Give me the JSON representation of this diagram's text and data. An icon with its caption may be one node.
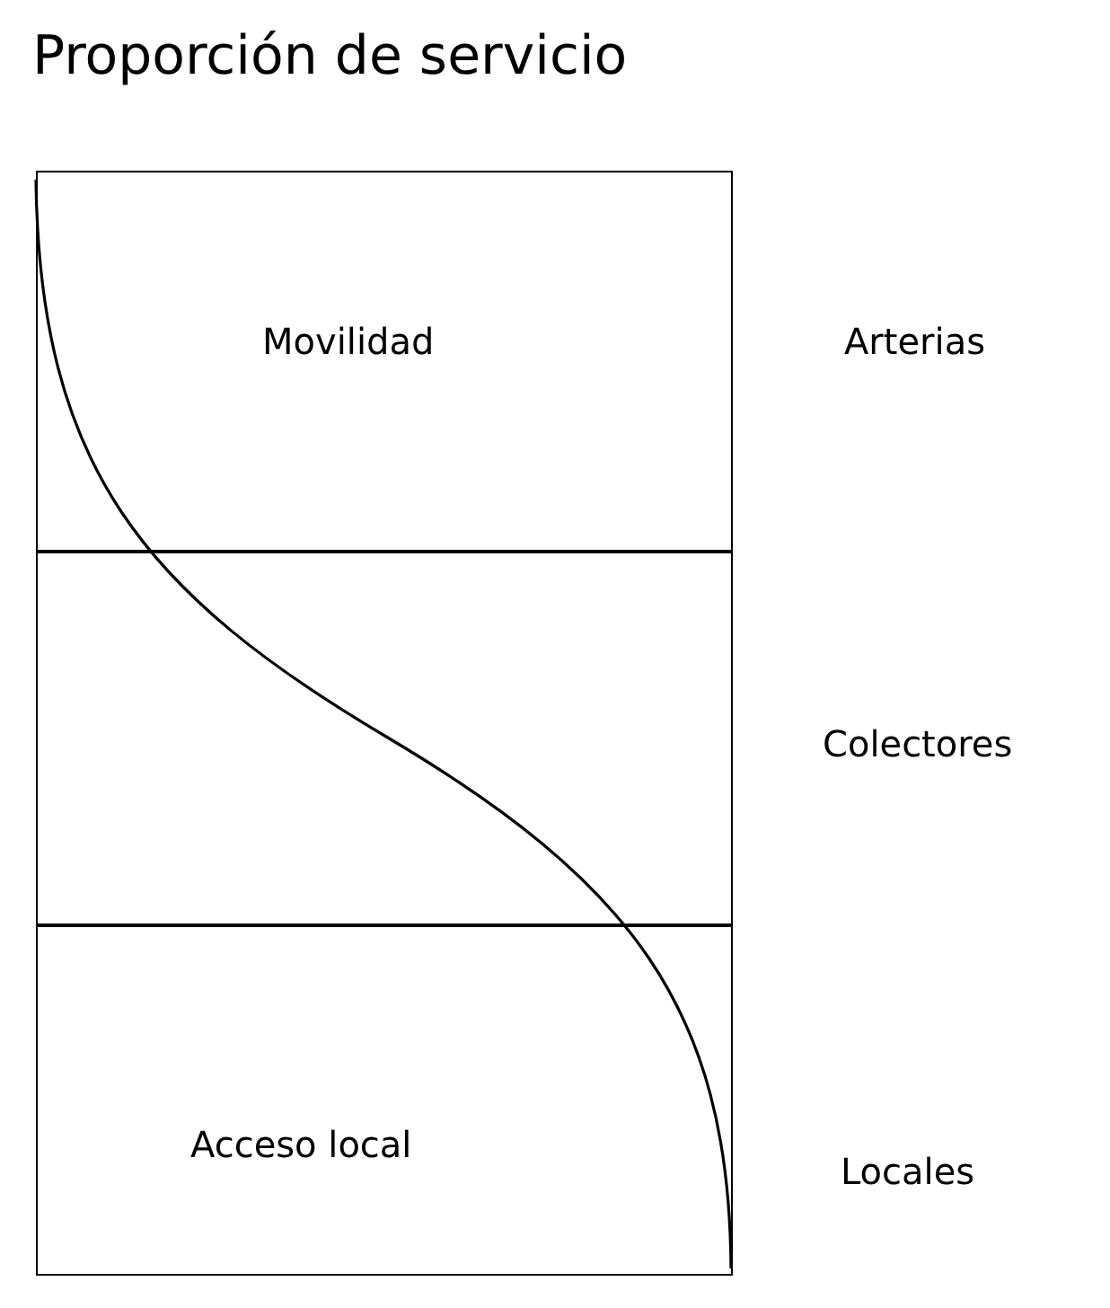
{
  "diagram": {
    "title": "Proporción de servicio",
    "nodes": [
      {
        "text": [
          "Movilidad"
        ]
      },
      {
        "text": [],
        "shape": "box"
      },
      {
        "text": [
          "Acceso local"
        ]
      }
    ],
    "labels": [
      "Arterias",
      "Colectores",
      "Locales"
    ]
  }
}
